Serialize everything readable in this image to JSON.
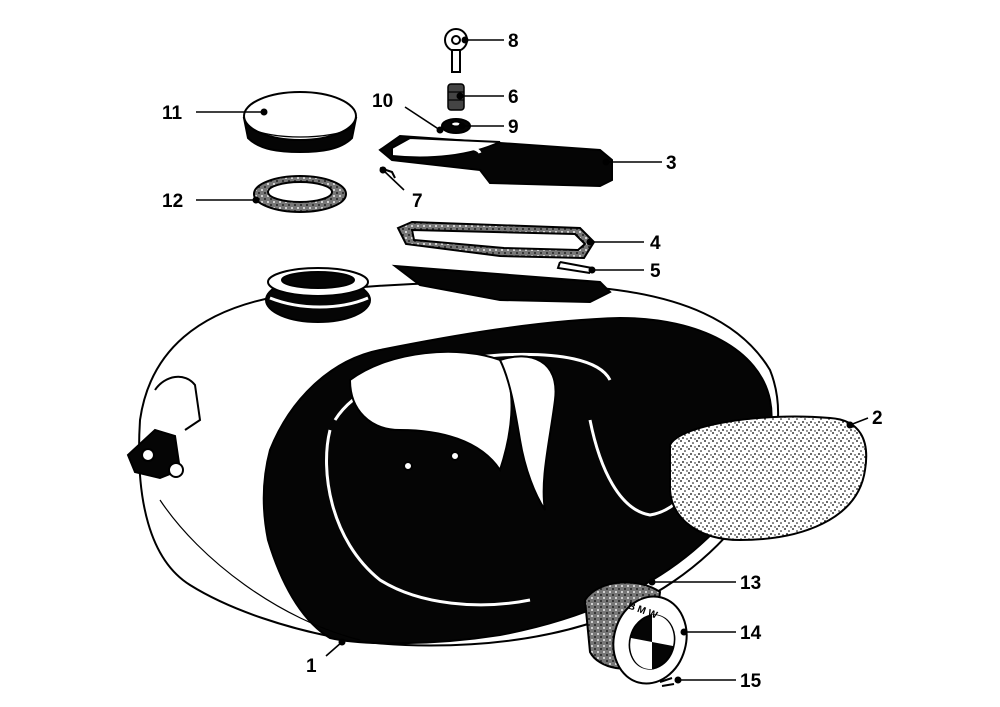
{
  "diagram": {
    "callouts": [
      {
        "id": "1",
        "label": "1"
      },
      {
        "id": "2",
        "label": "2"
      },
      {
        "id": "3",
        "label": "3"
      },
      {
        "id": "4",
        "label": "4"
      },
      {
        "id": "5",
        "label": "5"
      },
      {
        "id": "6",
        "label": "6"
      },
      {
        "id": "7",
        "label": "7"
      },
      {
        "id": "8",
        "label": "8"
      },
      {
        "id": "9",
        "label": "9"
      },
      {
        "id": "10",
        "label": "10"
      },
      {
        "id": "11",
        "label": "11"
      },
      {
        "id": "12",
        "label": "12"
      },
      {
        "id": "13",
        "label": "13"
      },
      {
        "id": "14",
        "label": "14"
      },
      {
        "id": "15",
        "label": "15"
      }
    ],
    "badge_text": "B M W"
  }
}
